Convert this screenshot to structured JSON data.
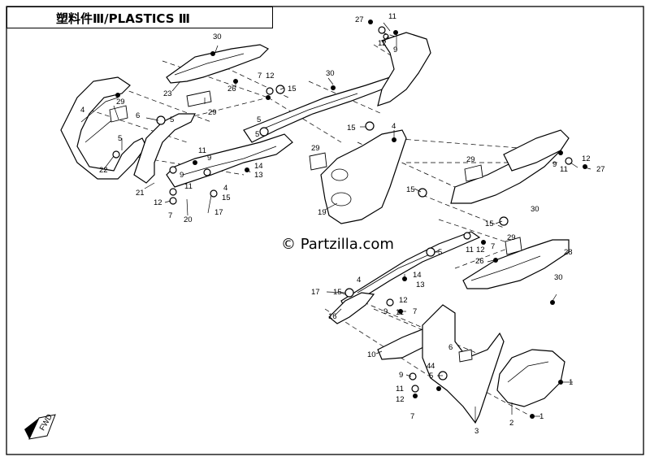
{
  "title": "塑料件Ⅲ/PLASTICS Ⅲ",
  "watermark": "© Partzilla.com",
  "direction_marker": "FWD",
  "callouts": {
    "c1": "27",
    "c2": "11",
    "c3": "12",
    "c4": "9",
    "c5": "30",
    "c6": "23",
    "c7": "26",
    "c8": "29",
    "c9": "7",
    "c10": "12",
    "c11": "15",
    "c12": "30",
    "c13": "4",
    "c14": "29",
    "c15": "5",
    "c16": "6",
    "c17": "5",
    "c18": "5",
    "c19": "22",
    "c20": "21",
    "c21": "12",
    "c22": "11",
    "c23": "9",
    "c24": "9",
    "c25": "11",
    "c26": "7",
    "c27": "20",
    "c28": "4",
    "c29": "15",
    "c30": "17",
    "c31": "14",
    "c32": "13",
    "c33": "15",
    "c34": "4",
    "c35": "29",
    "c36": "19",
    "c37": "29",
    "c38": "9",
    "c39": "11",
    "c40": "12",
    "c41": "27",
    "c42": "15",
    "c43": "30",
    "c44": "15",
    "c45": "29",
    "c46": "11",
    "c47": "12",
    "c48": "7",
    "c49": "26",
    "c50": "28",
    "c51": "5",
    "c52": "30",
    "c53": "14",
    "c54": "13",
    "c55": "17",
    "c56": "15",
    "c57": "4",
    "c58": "16",
    "c59": "12",
    "c60": "9",
    "c61": "11",
    "c62": "7",
    "c63": "6",
    "c64": "10",
    "c65": "4",
    "c66": "9",
    "c67": "11",
    "c68": "12",
    "c69": "7",
    "c70": "5",
    "c71": "3",
    "c72": "2",
    "c73": "1",
    "c74": "1",
    "c75": "5",
    "c76": "4"
  }
}
